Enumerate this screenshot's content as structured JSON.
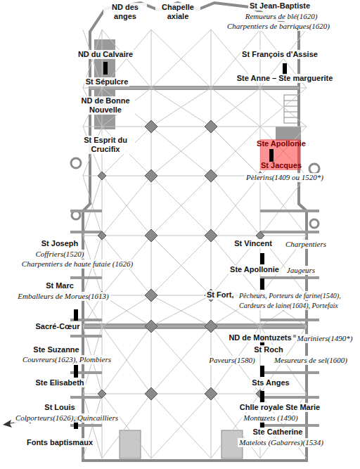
{
  "diagram": {
    "labels": [
      "ND des anges",
      "Chapelle axiale",
      "St Jean-Baptiste",
      "Remueurs de blé(1620)",
      "Charpentiers de barriques(1620)",
      "ND du Calvaire",
      "St François d'Assise",
      "St Sépulcre",
      "Ste Anne – Ste marguerite",
      "ND de Bonne Nouvelle",
      "St Esprit du Crucifix",
      "Ste Apollonie",
      "St Jacques",
      "Pèlerins(1409 ou 1520*)",
      "St Joseph",
      "Coffriers(1520)",
      "Charpentiers de haute futaie (1626)",
      "St Vincent",
      "Charpentiers",
      "Ste Apollonie",
      "Jaugeurs",
      "St Marc",
      "Emballeurs de Morues(1613)",
      "St Fort,",
      "Pêcheurs, Porteurs de farine(1540),",
      "Cardeurs de laine(1604), Portefaix",
      "Sacré-Cœur",
      "ND de Montuzets",
      "Mariniers(1490*)",
      "Ste Suzanne",
      "Couvreurs(1623), Plombiers",
      "St Roch",
      "Paveurs(1580)",
      "Mesureurs de sel(1600)",
      "Ste Elisabeth",
      "Sts Anges",
      "St Louis",
      "Colporteurs(1626), Quincailliers",
      "Chlle royale Ste Marie",
      "Montuzets (1490)",
      "Fonts baptismaux",
      "Ste Catherine",
      "Matelots (Gabarres)(1534)"
    ]
  }
}
